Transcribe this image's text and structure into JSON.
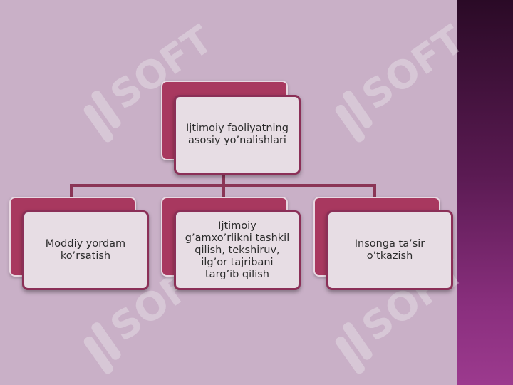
{
  "diagram": {
    "root": {
      "label": "Ijtimoiy faoliyatning\nasosiy yo’nalishlari"
    },
    "children": [
      {
        "label": "Moddiy yordam\nko’rsatish"
      },
      {
        "label": "Ijtimoiy\ng’amxo’rlikni tashkil\nqilish, tekshiruv,\nilg’or tajribani\ntarg’ib qilish"
      },
      {
        "label": "Insonga ta’sir\no’tkazish"
      }
    ]
  },
  "watermark": {
    "text": "SOFT",
    "icon": "soft-logo-icon"
  },
  "colors": {
    "background": "#c9b0c7",
    "card_back": "#a8385f",
    "card_front": "#e7dde4",
    "border": "#8b2f57",
    "side_band": "#5a1a52"
  }
}
